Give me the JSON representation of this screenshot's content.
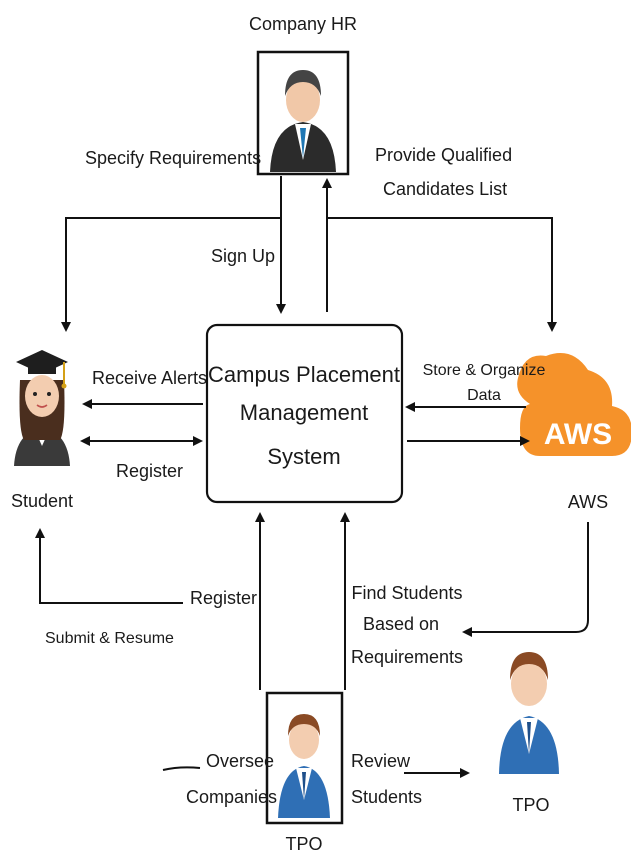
{
  "system": {
    "line1": "Campus Placement",
    "line2": "Management",
    "line3": "System"
  },
  "actors": {
    "company_hr": "Company HR",
    "student": "Student",
    "aws": "AWS",
    "aws_logo_text": "AWS",
    "tpo_main": "TPO",
    "tpo_side": "TPO"
  },
  "flows": {
    "specify_requirements": "Specify Requirements",
    "provide_qualified_1": "Provide Qualified",
    "provide_qualified_2": "Candidates List",
    "sign_up": "Sign Up",
    "receive_alerts": "Receive Alerts",
    "register_student": "Register",
    "store_organize_1": "Store & Organize",
    "store_organize_2": "Data",
    "register_tpo": "Register",
    "submit_resume": "Submit & Resume",
    "find_students_1": "Find Students",
    "find_students_2": "Based on",
    "find_students_3": "Requirements",
    "oversee_1": "Oversee",
    "oversee_2": "Companies",
    "review_1": "Review",
    "review_2": "Students"
  },
  "colors": {
    "aws_cloud": "#f5922a",
    "suit": "#2b2b2b",
    "tie": "#1f77b4",
    "tpo_suit": "#2f6fb5"
  }
}
